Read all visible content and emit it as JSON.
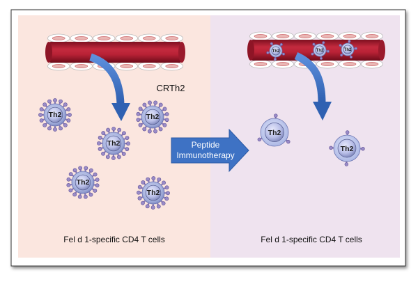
{
  "left_panel": {
    "marker_label": "CRTh2",
    "caption": "Fel d 1-specific CD4 T cells",
    "cells": [
      {
        "label": "Th2"
      },
      {
        "label": "Th2"
      },
      {
        "label": "Th2"
      },
      {
        "label": "Th2"
      },
      {
        "label": "Th2"
      }
    ]
  },
  "transition_arrow": {
    "line1": "Peptide",
    "line2": "Immunotherapy"
  },
  "right_panel": {
    "caption": "Fel d 1-specific CD4 T cells",
    "vessel_cells": [
      {
        "label": "Th2"
      },
      {
        "label": "Th2"
      },
      {
        "label": "Th2"
      }
    ],
    "cells": [
      {
        "label": "Th2"
      },
      {
        "label": "Th2"
      }
    ]
  },
  "colors": {
    "left_background": "#fbe6df",
    "right_background": "#efe3ef",
    "vessel_red": "#b32034",
    "arrow_blue": "#3e72c4",
    "cell_fill": "#a9b4df",
    "nucleus_fill": "#bcc2ec",
    "receptor_purple": "#8a7bb8"
  }
}
